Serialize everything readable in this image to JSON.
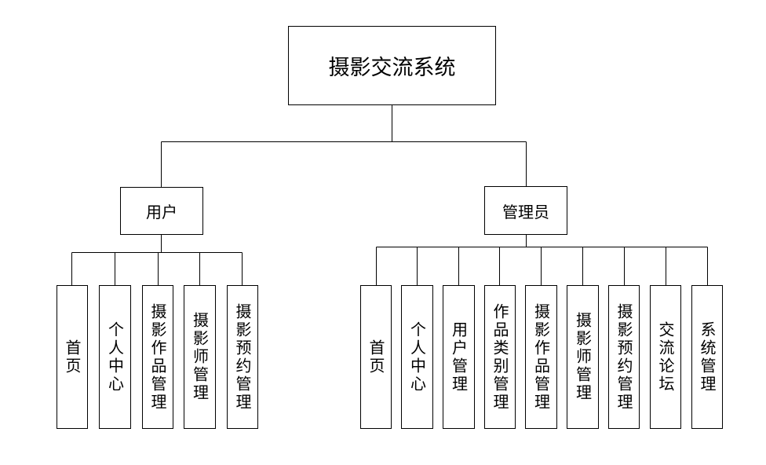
{
  "root": {
    "label": "摄影交流系统"
  },
  "groups": [
    {
      "label": "用户",
      "leaves": [
        "首页",
        "个人中心",
        "摄影作品管理",
        "摄影师管理",
        "摄影预约管理"
      ]
    },
    {
      "label": "管理员",
      "leaves": [
        "首页",
        "个人中心",
        "用户管理",
        "作品类别管理",
        "摄影作品管理",
        "摄影师管理",
        "摄影预约管理",
        "交流论坛",
        "系统管理"
      ]
    }
  ]
}
